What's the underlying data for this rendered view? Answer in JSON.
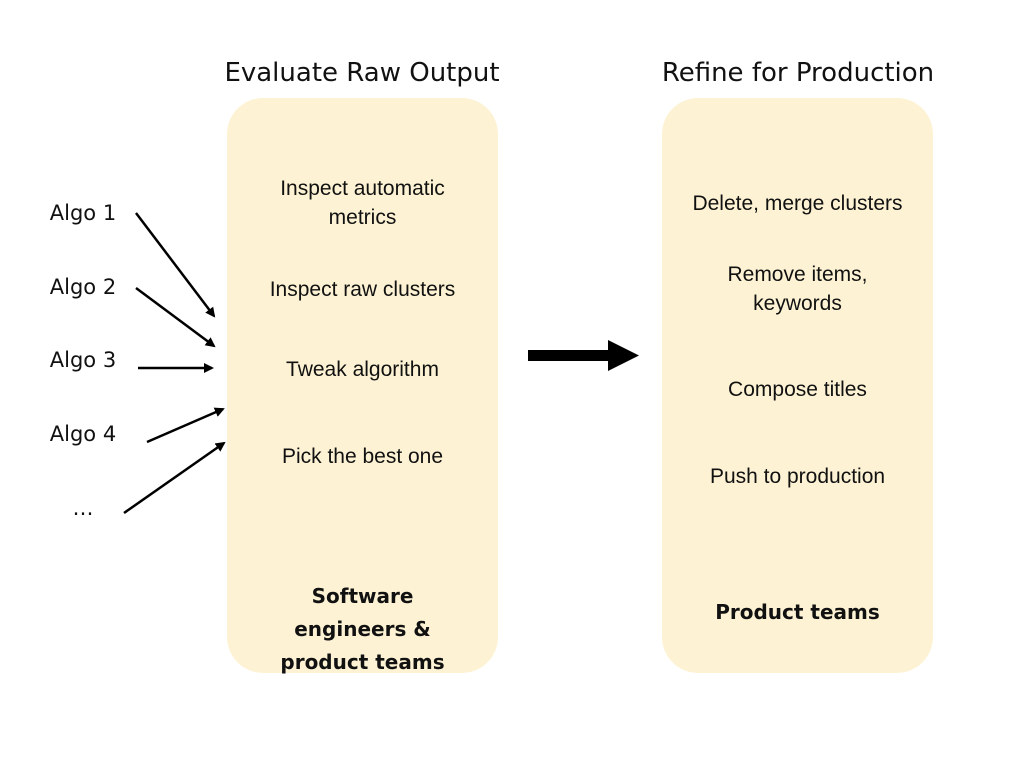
{
  "columns": [
    {
      "title": "Evaluate Raw Output",
      "steps": [
        "Inspect automatic metrics",
        "Inspect raw clusters",
        "Tweak algorithm",
        "Pick the best one"
      ],
      "team": "Software engineers & product teams"
    },
    {
      "title": "Refine for Production",
      "steps": [
        "Delete, merge clusters",
        "Remove items, keywords",
        "Compose titles",
        "Push to production"
      ],
      "team": "Product teams"
    }
  ],
  "inputs": [
    "Algo 1",
    "Algo 2",
    "Algo 3",
    "Algo 4",
    "…"
  ],
  "colors": {
    "panel_fill": "#fdf3d4",
    "text": "#111111",
    "arrow": "#000000"
  }
}
